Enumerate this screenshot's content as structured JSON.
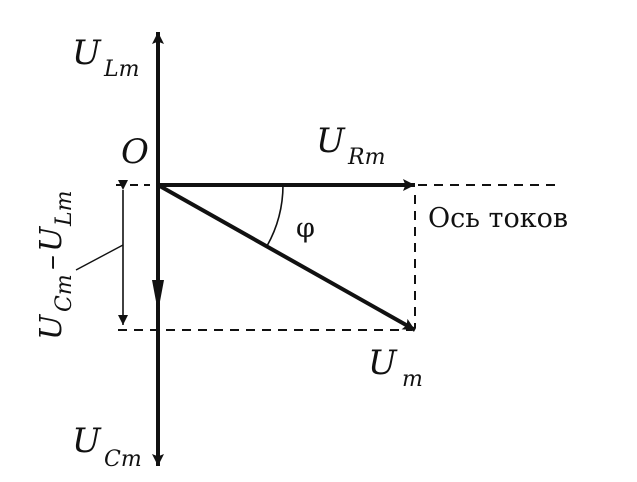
{
  "origin": {
    "label": "O"
  },
  "vectors": {
    "u_lm": {
      "symbol": "U",
      "subscript": "Lm"
    },
    "u_cm": {
      "symbol": "U",
      "subscript": "Cm"
    },
    "u_rm": {
      "symbol": "U",
      "subscript": "Rm"
    },
    "u_m": {
      "symbol": "U",
      "subscript": "m"
    }
  },
  "difference": {
    "first_symbol": "U",
    "first_subscript": "Cm",
    "operator": "–",
    "second_symbol": "U",
    "second_subscript": "Lm"
  },
  "angle": {
    "label": "φ"
  },
  "current_axis": {
    "label": "Ось токов"
  },
  "colors": {
    "ink": "#111111",
    "background": "#ffffff"
  }
}
